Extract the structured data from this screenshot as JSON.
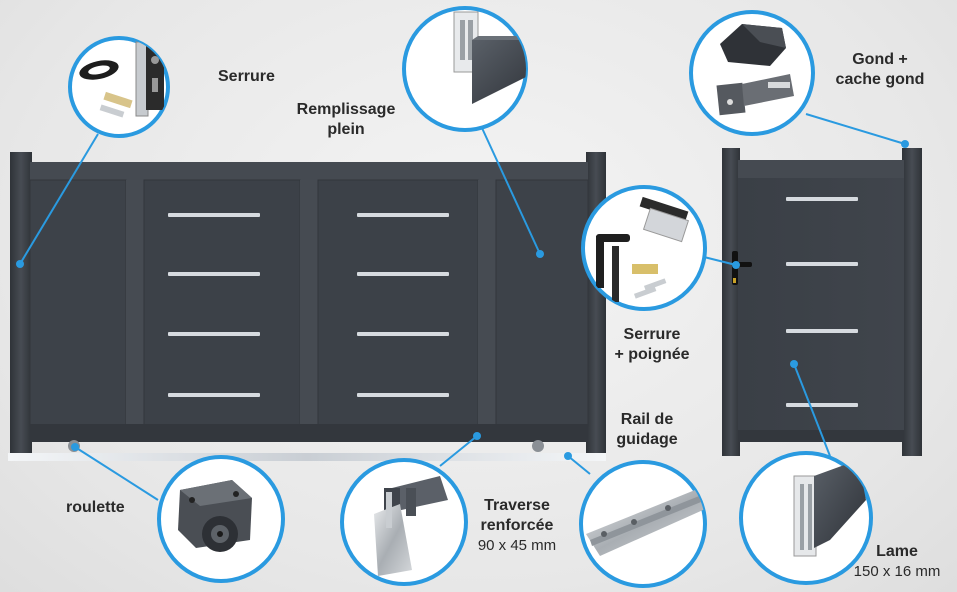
{
  "labels": {
    "serrure": "Serrure",
    "remplissage_line1": "Remplissage",
    "remplissage_line2": "plein",
    "gond_line1": "Gond +",
    "gond_line2": "cache gond",
    "serrure_poignee_line1": "Serrure",
    "serrure_poignee_line2": "+ poignée",
    "rail_line1": "Rail de",
    "rail_line2": "guidage",
    "roulette": "roulette",
    "traverse_line1": "Traverse",
    "traverse_line2": "renforcée",
    "traverse_dim": "90 x 45 mm",
    "lame_line1": "Lame",
    "lame_dim": "150 x 16 mm"
  },
  "colors": {
    "gate": "#3b4047",
    "gate_dark": "#2e3238",
    "callout_ring": "#2a9ae0",
    "strip": "#d9dde2"
  },
  "icons": {
    "lock_callout": "lock-kit-icon",
    "filling_callout": "panel-profile-icon",
    "hinge_callout": "hinge-cover-icon",
    "lock_handle_callout": "lock-handle-kit-icon",
    "rail_callout": "guide-rail-icon",
    "roller_callout": "roller-wheel-icon",
    "crossbar_callout": "crossbar-profile-icon",
    "slat_callout": "slat-profile-icon"
  }
}
